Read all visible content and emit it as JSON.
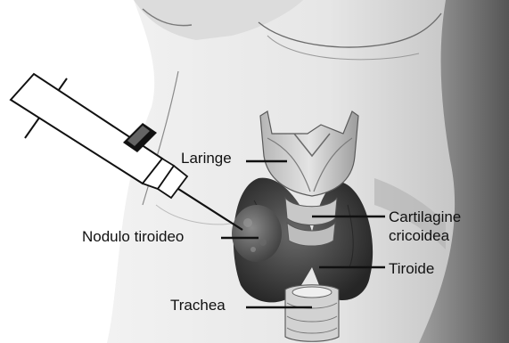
{
  "labels": {
    "larynx": "Laringe",
    "cricoid_line1": "Cartilagine",
    "cricoid_line2": "cricoidea",
    "nodule": "Nodulo tiroideo",
    "thyroid": "Tiroide",
    "trachea": "Trachea"
  },
  "colors": {
    "ink": "#111111",
    "skin": "#e8e8e8",
    "skin_shadow": "#a9a9a9",
    "gland": "#3d3d3d",
    "cartilage": "#cfcfcf"
  }
}
